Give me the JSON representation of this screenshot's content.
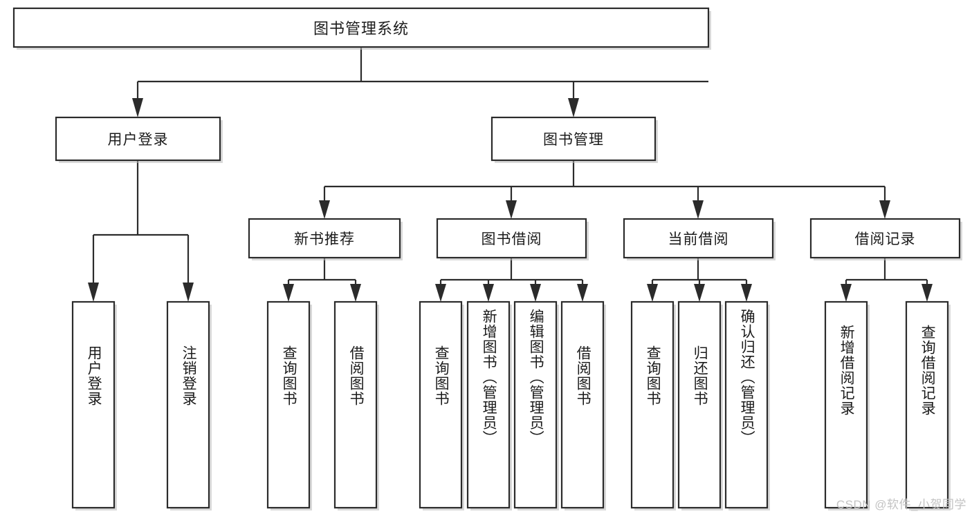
{
  "diagram": {
    "type": "tree-hierarchy-chart",
    "title": "图书管理系统",
    "root": {
      "label": "图书管理系统"
    },
    "level2": [
      {
        "label": "用户登录"
      },
      {
        "label": "图书管理"
      }
    ],
    "level3": [
      {
        "label": "新书推荐"
      },
      {
        "label": "图书借阅"
      },
      {
        "label": "当前借阅"
      },
      {
        "label": "借阅记录"
      }
    ],
    "leaves": {
      "user_login": [
        "用户登录",
        "注销登录"
      ],
      "new_book_recommend": [
        "查询图书",
        "借阅图书"
      ],
      "book_borrow": [
        "查询图书",
        "新增图书（管理员）",
        "编辑图书（管理员）",
        "借阅图书"
      ],
      "current_borrow": [
        "查询图书",
        "归还图书",
        "确认归还（管理员）"
      ],
      "borrow_record": [
        "新增借阅记录",
        "查询借阅记录"
      ]
    },
    "colors": {
      "box_stroke": "#2b2b2b",
      "box_fill": "#ffffff",
      "text": "#1b1b1b",
      "background": "#ffffff",
      "watermark": "#c3c3c3"
    }
  },
  "watermark": {
    "text": "CSDN @软件_小贺同学"
  }
}
